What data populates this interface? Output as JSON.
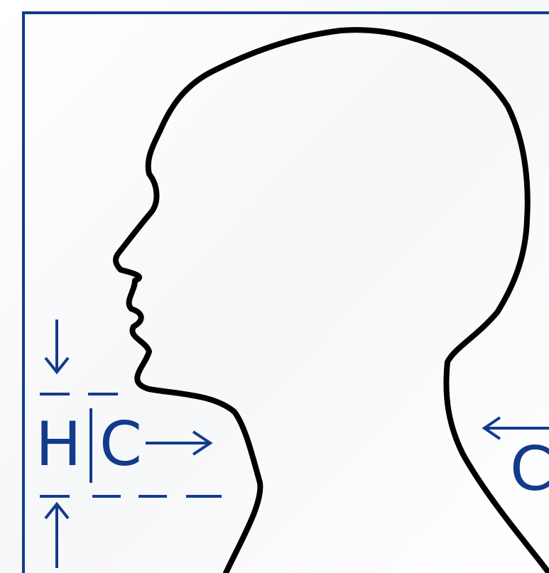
{
  "colors": {
    "frame": "#123b8c",
    "annotation": "#123b8c",
    "outline": "#000000",
    "background": "#ffffff"
  },
  "labels": {
    "height": "H",
    "circumference_left": "C",
    "circumference_right": "C"
  }
}
